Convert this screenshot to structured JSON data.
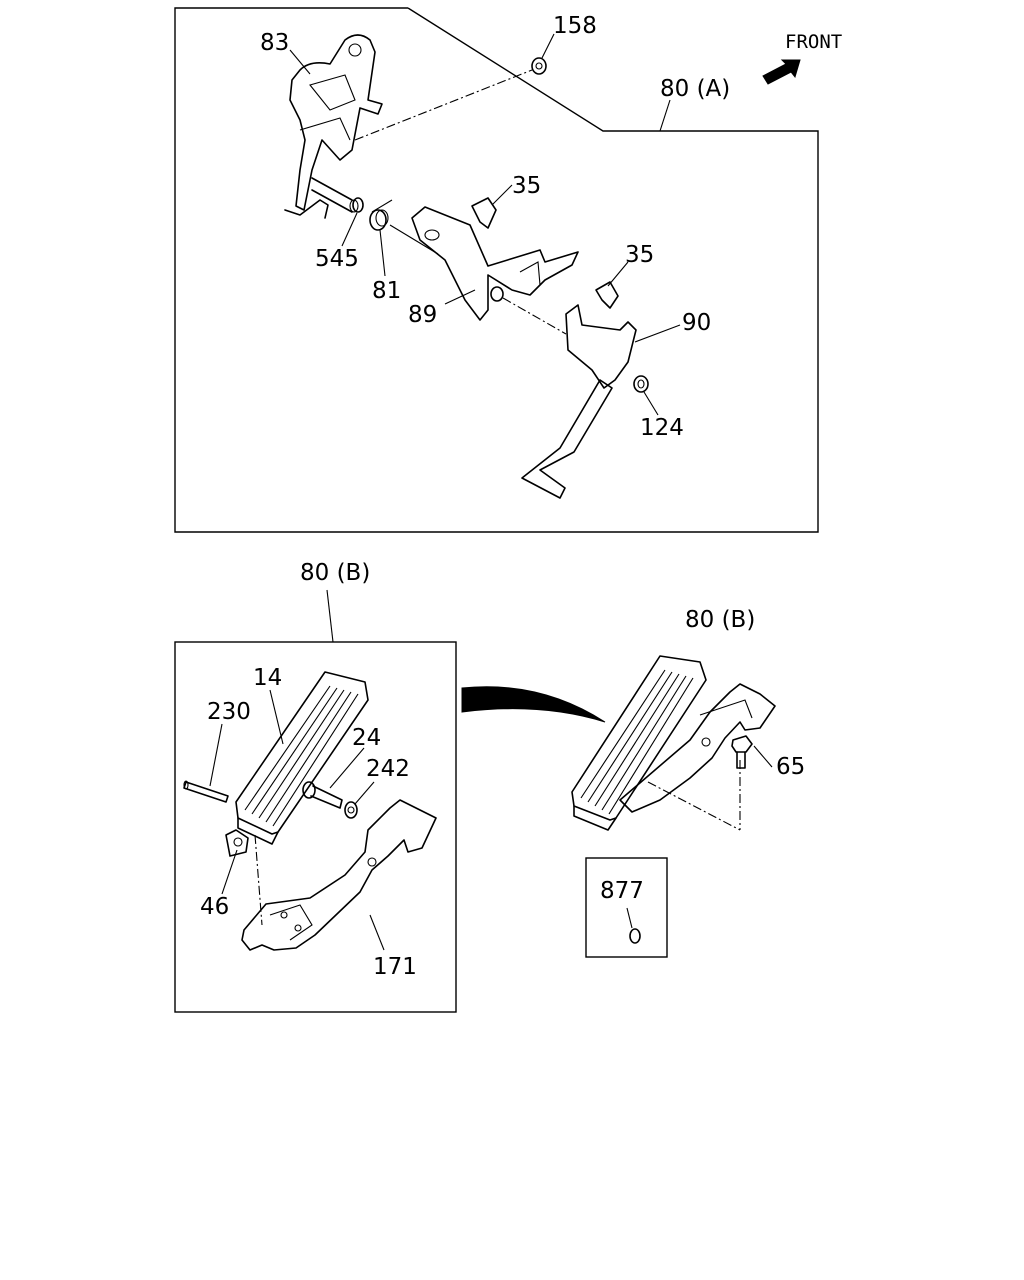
{
  "front_label": "FRONT",
  "callouts": {
    "c83": "83",
    "c158": "158",
    "c80a": "80 (A)",
    "c35a": "35",
    "c35b": "35",
    "c545": "545",
    "c81": "81",
    "c89": "89",
    "c90": "90",
    "c124": "124",
    "c80b_top": "80 (B)",
    "c80b_right": "80 (B)",
    "c14": "14",
    "c230": "230",
    "c24": "24",
    "c242": "242",
    "c46": "46",
    "c171": "171",
    "c65": "65",
    "c877": "877"
  }
}
